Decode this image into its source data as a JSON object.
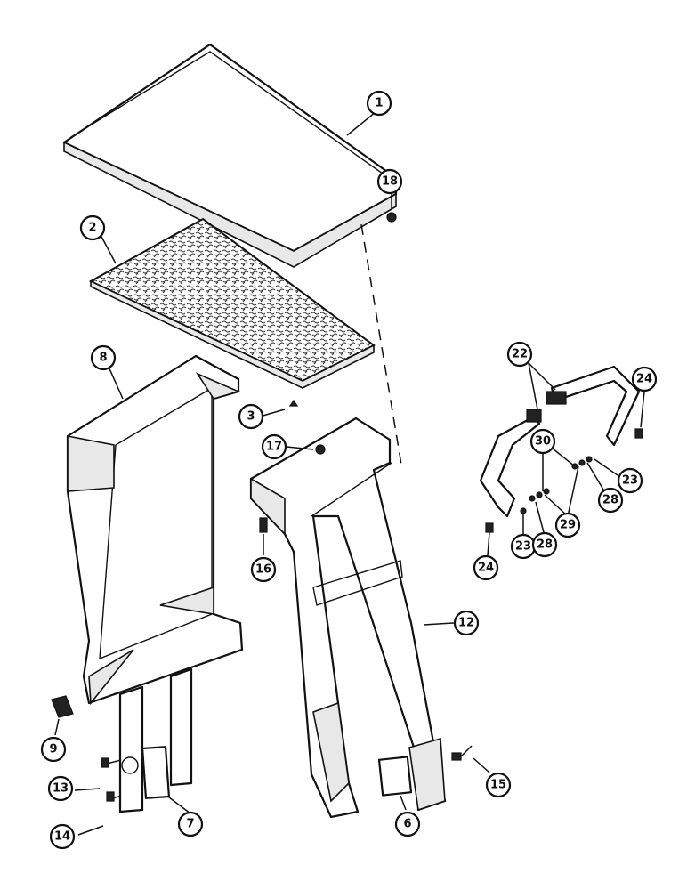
{
  "callouts": [
    {
      "id": "c1",
      "label": "1"
    },
    {
      "id": "c2",
      "label": "2"
    },
    {
      "id": "c3",
      "label": "3"
    },
    {
      "id": "c6",
      "label": "6"
    },
    {
      "id": "c7",
      "label": "7"
    },
    {
      "id": "c8",
      "label": "8"
    },
    {
      "id": "c9",
      "label": "9"
    },
    {
      "id": "c12",
      "label": "12"
    },
    {
      "id": "c13",
      "label": "13"
    },
    {
      "id": "c14",
      "label": "14"
    },
    {
      "id": "c15",
      "label": "15"
    },
    {
      "id": "c16",
      "label": "16"
    },
    {
      "id": "c17",
      "label": "17"
    },
    {
      "id": "c18",
      "label": "18"
    },
    {
      "id": "c22",
      "label": "22"
    },
    {
      "id": "c23a",
      "label": "23"
    },
    {
      "id": "c23b",
      "label": "23"
    },
    {
      "id": "c24a",
      "label": "24"
    },
    {
      "id": "c24b",
      "label": "24"
    },
    {
      "id": "c28a",
      "label": "28"
    },
    {
      "id": "c28b",
      "label": "28"
    },
    {
      "id": "c29",
      "label": "29"
    },
    {
      "id": "c30",
      "label": "30"
    }
  ]
}
